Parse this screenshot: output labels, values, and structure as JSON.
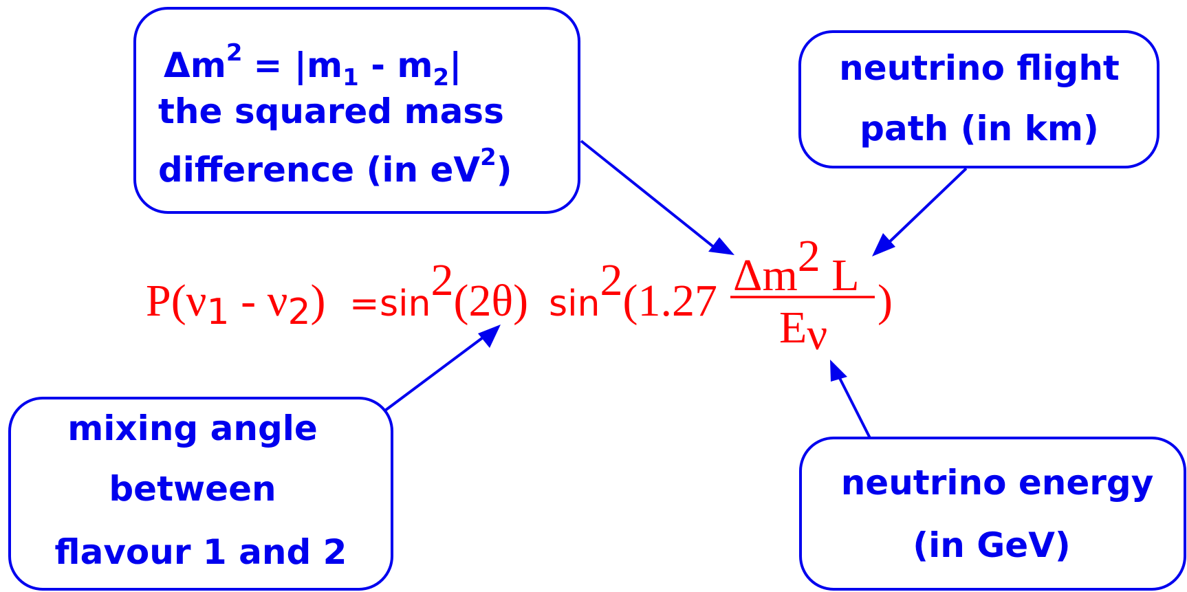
{
  "colors": {
    "annotation": "#0000ee",
    "equation": "#ff0000"
  },
  "mass_box": {
    "delta": "Δ",
    "m": "m",
    "sup2": "2",
    "eq_abs": "= |m",
    "sub1": "1",
    "minus": " - m",
    "sub2": "2",
    "bar": "|",
    "line2": "the squared mass",
    "line3": "difference (in eV",
    "line3_sup": "2",
    "line3_close": ")"
  },
  "path_box": {
    "line1": "neutrino flight",
    "line2": "path (in km)"
  },
  "angle_box": {
    "line1": "mixing angle",
    "line2": "between",
    "line3": "flavour 1 and 2"
  },
  "energy_box": {
    "line1": "neutrino energy",
    "line2": "(in GeV)"
  },
  "equation": {
    "lhs_open": "P(ν",
    "lhs_sub1": "1",
    "lhs_dash": " - ν",
    "lhs_sub2": "2",
    "lhs_close": ")",
    "equals": "=",
    "sin_a": "sin",
    "sin_a_sup": "2",
    "arg_a": "(2θ)",
    "sin_b": "sin",
    "sin_b_sup": "2",
    "open_b": "(1.27",
    "num": "Δm",
    "num_sup": "2",
    "num_L": " L",
    "den": "E",
    "den_sub": "ν",
    "close_b": ")"
  }
}
